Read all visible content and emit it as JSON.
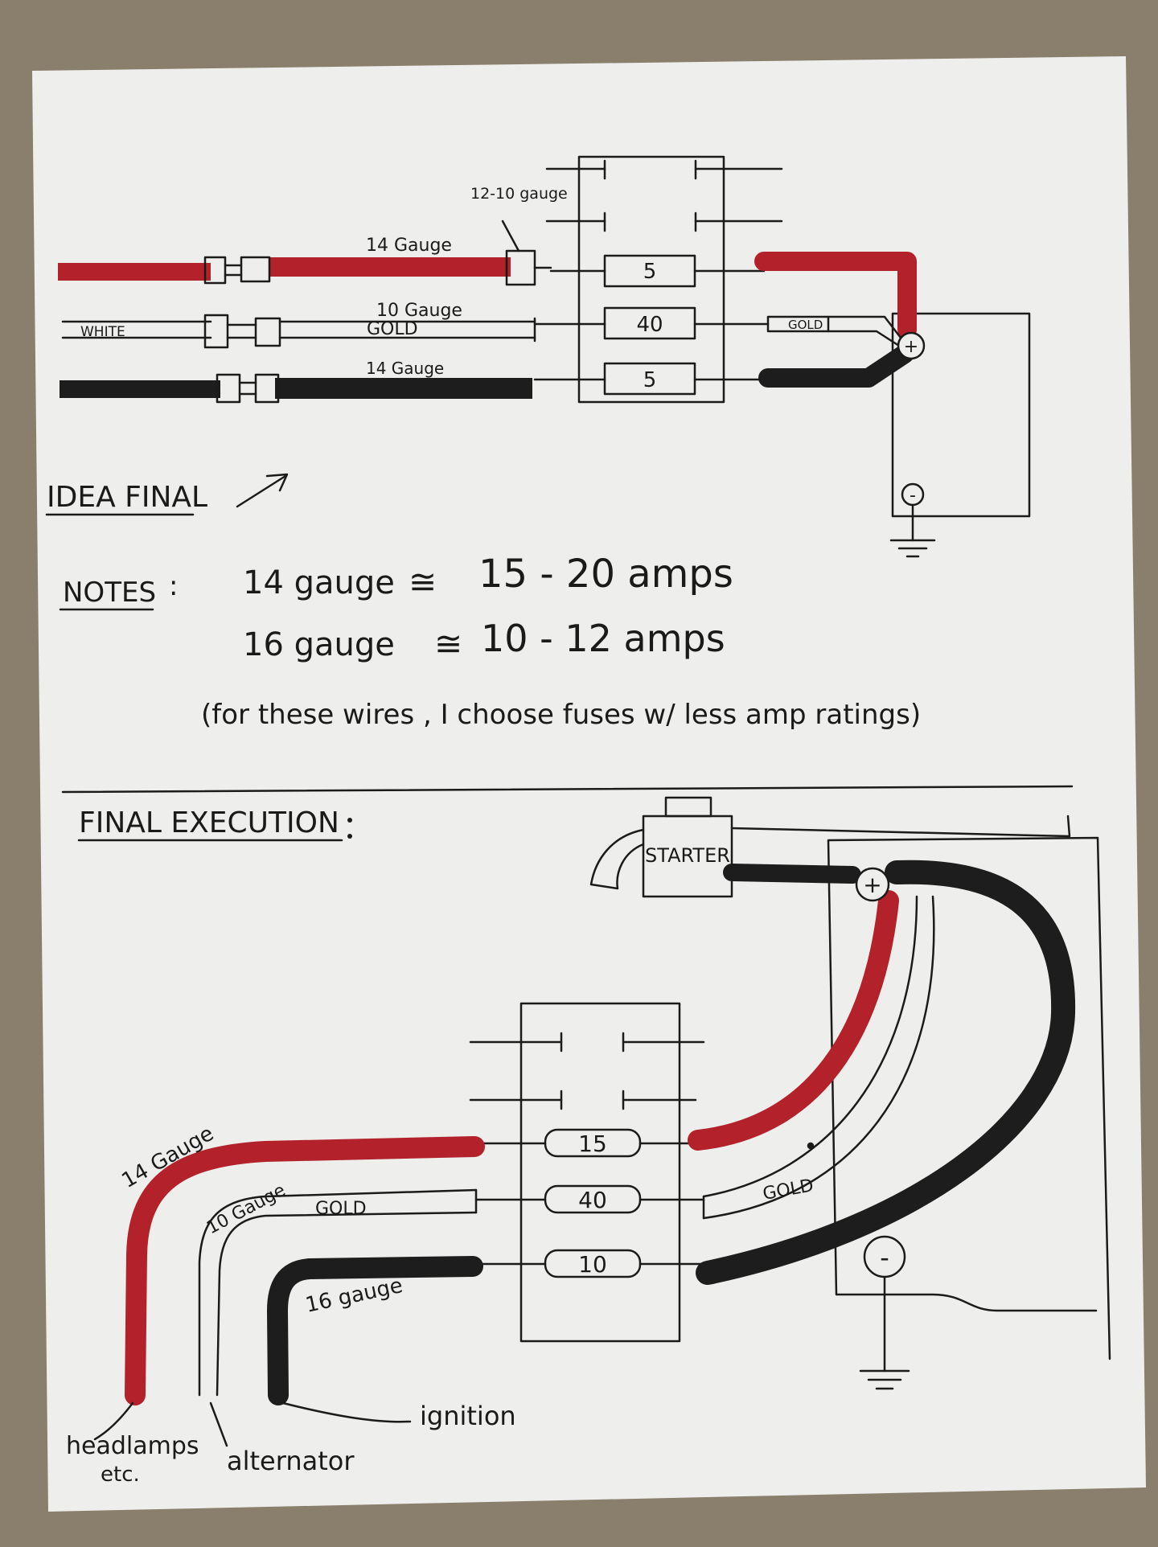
{
  "colors": {
    "paper": "#eeeeec",
    "ink": "#1b1b1b",
    "red_wire": "#b3212b",
    "black_wire": "#1d1d1d",
    "table": "#8a7e6c"
  },
  "top": {
    "label_12_10": "12-10 gauge",
    "label_14_red": "14 Gauge",
    "label_10": "10 Gauge",
    "label_gold": "GOLD",
    "label_14_black": "14 Gauge",
    "label_white": "WHITE",
    "fuses": [
      "5",
      "40",
      "5"
    ],
    "label_gold_right": "GOLD",
    "plus": "+",
    "minus": "-",
    "idea_final": "IDEA FINAL"
  },
  "notes": {
    "title": "NOTES",
    "colon": ":",
    "line1_gauge": "14 gauge",
    "line1_approx": "≅",
    "line1_amps": "15 - 20 amps",
    "line2_gauge": "16 gauge",
    "line2_approx": "≅",
    "line2_amps": "10 - 12 amps",
    "line3": "(for these wires , I choose fuses w/ less amp ratings)"
  },
  "bottom": {
    "title": "FINAL EXECUTION",
    "starter": "STARTER",
    "plus": "+",
    "minus": "-",
    "fuses": [
      "15",
      "40",
      "10"
    ],
    "label_gold_right": "GOLD",
    "label_14": "14 Gauge",
    "label_10": "10 Gauge",
    "label_gold": "GOLD",
    "label_16": "16 gauge",
    "headlamps": "headlamps",
    "etc": "etc.",
    "alternator": "alternator",
    "ignition": "ignition"
  }
}
